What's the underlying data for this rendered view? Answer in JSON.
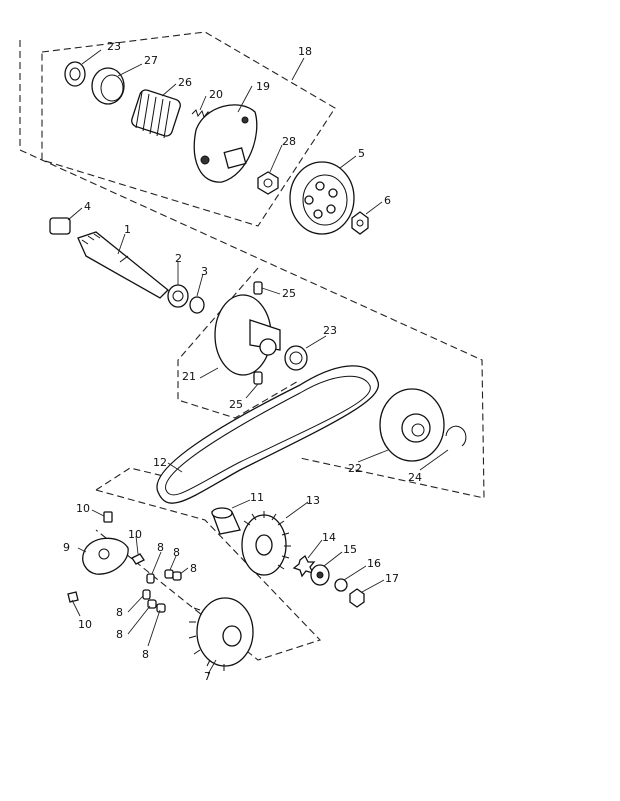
{
  "colors": {
    "ink": "#111111",
    "paper": "#ffffff"
  },
  "callouts": [
    {
      "id": "c23a",
      "label": "23"
    },
    {
      "id": "c27",
      "label": "27"
    },
    {
      "id": "c26",
      "label": "26"
    },
    {
      "id": "c20",
      "label": "20"
    },
    {
      "id": "c19",
      "label": "19"
    },
    {
      "id": "c18",
      "label": "18"
    },
    {
      "id": "c28",
      "label": "28"
    },
    {
      "id": "c5",
      "label": "5"
    },
    {
      "id": "c6",
      "label": "6"
    },
    {
      "id": "c4",
      "label": "4"
    },
    {
      "id": "c1",
      "label": "1"
    },
    {
      "id": "c2",
      "label": "2"
    },
    {
      "id": "c3",
      "label": "3"
    },
    {
      "id": "c25a",
      "label": "25"
    },
    {
      "id": "c23b",
      "label": "23"
    },
    {
      "id": "c21",
      "label": "21"
    },
    {
      "id": "c25b",
      "label": "25"
    },
    {
      "id": "c12",
      "label": "12"
    },
    {
      "id": "c22",
      "label": "22"
    },
    {
      "id": "c24",
      "label": "24"
    },
    {
      "id": "c11",
      "label": "11"
    },
    {
      "id": "c13",
      "label": "13"
    },
    {
      "id": "c10a",
      "label": "10"
    },
    {
      "id": "c10b",
      "label": "10"
    },
    {
      "id": "c9",
      "label": "9"
    },
    {
      "id": "c8a",
      "label": "8"
    },
    {
      "id": "c8b",
      "label": "8"
    },
    {
      "id": "c14",
      "label": "14"
    },
    {
      "id": "c15",
      "label": "15"
    },
    {
      "id": "c16",
      "label": "16"
    },
    {
      "id": "c17",
      "label": "17"
    },
    {
      "id": "c10c",
      "label": "10"
    },
    {
      "id": "c8c",
      "label": "8"
    },
    {
      "id": "c8d",
      "label": "8"
    },
    {
      "id": "c8e",
      "label": "8"
    },
    {
      "id": "c7",
      "label": "7"
    }
  ]
}
